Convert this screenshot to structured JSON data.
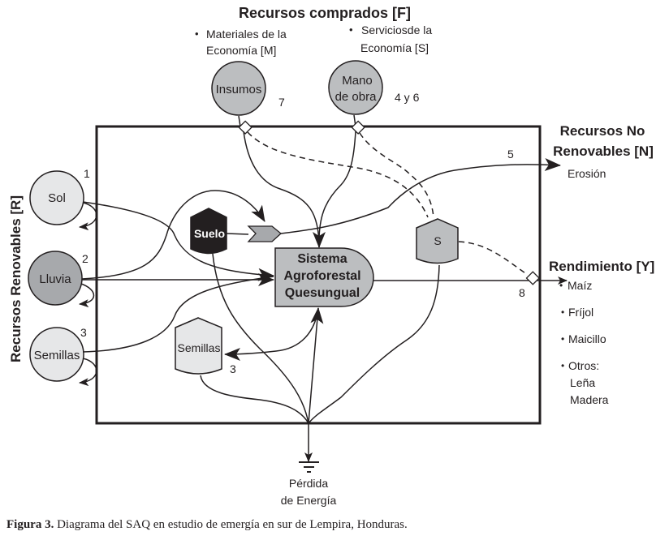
{
  "diagram": {
    "purchased_resources": {
      "title": "Recursos comprados [F]",
      "materials_line1": "Materiales de la",
      "materials_line2": "Economía [M]",
      "services_line1": "Serviciosde la",
      "services_line2": "Economía [S]",
      "bullet": "•"
    },
    "sources": {
      "insumos": {
        "label": "Insumos",
        "number": "7"
      },
      "mano_de_obra": {
        "label_line1": "Mano",
        "label_line2": "de obra",
        "number": "4 y 6"
      },
      "sol": {
        "label": "Sol",
        "number": "1"
      },
      "lluvia": {
        "label": "Lluvia",
        "number": "2"
      },
      "semillas": {
        "label": "Semillas",
        "number": "3"
      }
    },
    "renewable_title": "Recursos Renovables [R]",
    "nonrenewable": {
      "title_line1": "Recursos No",
      "title_line2": "Renovables [N]",
      "item": "Erosión",
      "number": "5"
    },
    "storages": {
      "suelo": {
        "label": "Suelo"
      },
      "s": {
        "label": "S"
      },
      "semillas": {
        "label": "Semillas",
        "number": "3"
      }
    },
    "system": {
      "line1": "Sistema",
      "line2": "Agroforestal",
      "line3": "Quesungual"
    },
    "yield": {
      "title": "Rendimiento [Y]",
      "number": "8",
      "items": [
        "Maíz",
        "Fríjol",
        "Maicillo",
        "Otros:"
      ],
      "others": [
        "Leña",
        "Madera"
      ],
      "bullet": "•"
    },
    "energy_loss": {
      "line1": "Pérdida",
      "line2": "de Energía"
    },
    "colors": {
      "line": "#231f20",
      "light_gray": "#e6e7e8",
      "mid_gray": "#bcbec0",
      "dark_gray": "#a7a9ac",
      "black_storage": "#231f20"
    }
  },
  "caption": {
    "label": "Figura 3.",
    "text": " Diagrama del SAQ en estudio de emergía en sur de Lempira, Honduras."
  }
}
